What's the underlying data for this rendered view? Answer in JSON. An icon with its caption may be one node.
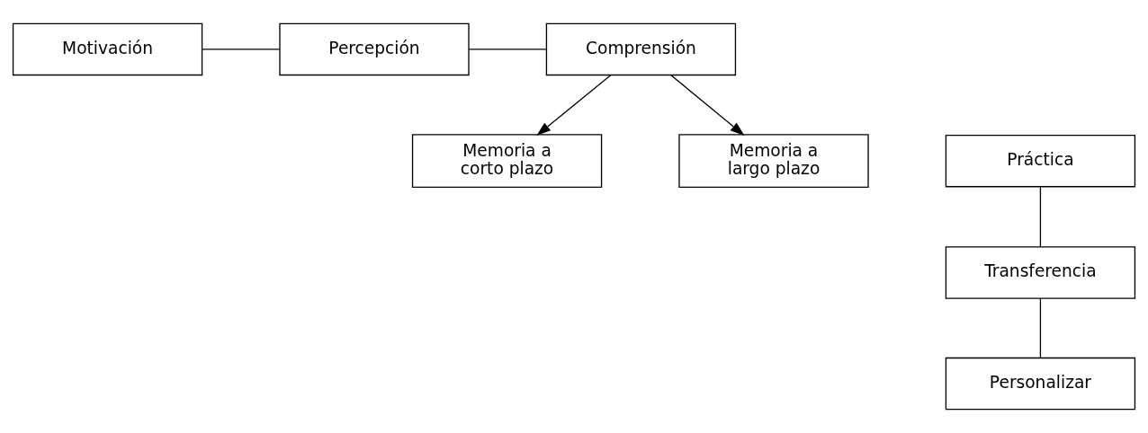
{
  "diagram": {
    "nodes": [
      {
        "text": [
          "Motivación"
        ]
      },
      {
        "text": [
          "Percepción"
        ]
      },
      {
        "text": [
          "Comprensión"
        ]
      },
      {
        "text": [
          "Memoria a corto plazo"
        ]
      },
      {
        "text": [
          "Práctica"
        ]
      },
      {
        "text": [
          "Transferencia"
        ]
      },
      {
        "text": [
          "Personalizar"
        ]
      },
      {
        "text": [
          "Memoria a largo plazo"
        ]
      }
    ],
    "edges": [
      {
        "from": 0,
        "to": 1,
        "arrow": "none"
      },
      {
        "from": 1,
        "to": 2,
        "arrow": "none"
      },
      {
        "from": 2,
        "to": 3,
        "arrow": "to"
      },
      {
        "from": 2,
        "to": 7,
        "arrow": "to"
      },
      {
        "from": 4,
        "to": 5,
        "arrow": "none"
      },
      {
        "from": 5,
        "to": 6,
        "arrow": "none"
      }
    ]
  }
}
